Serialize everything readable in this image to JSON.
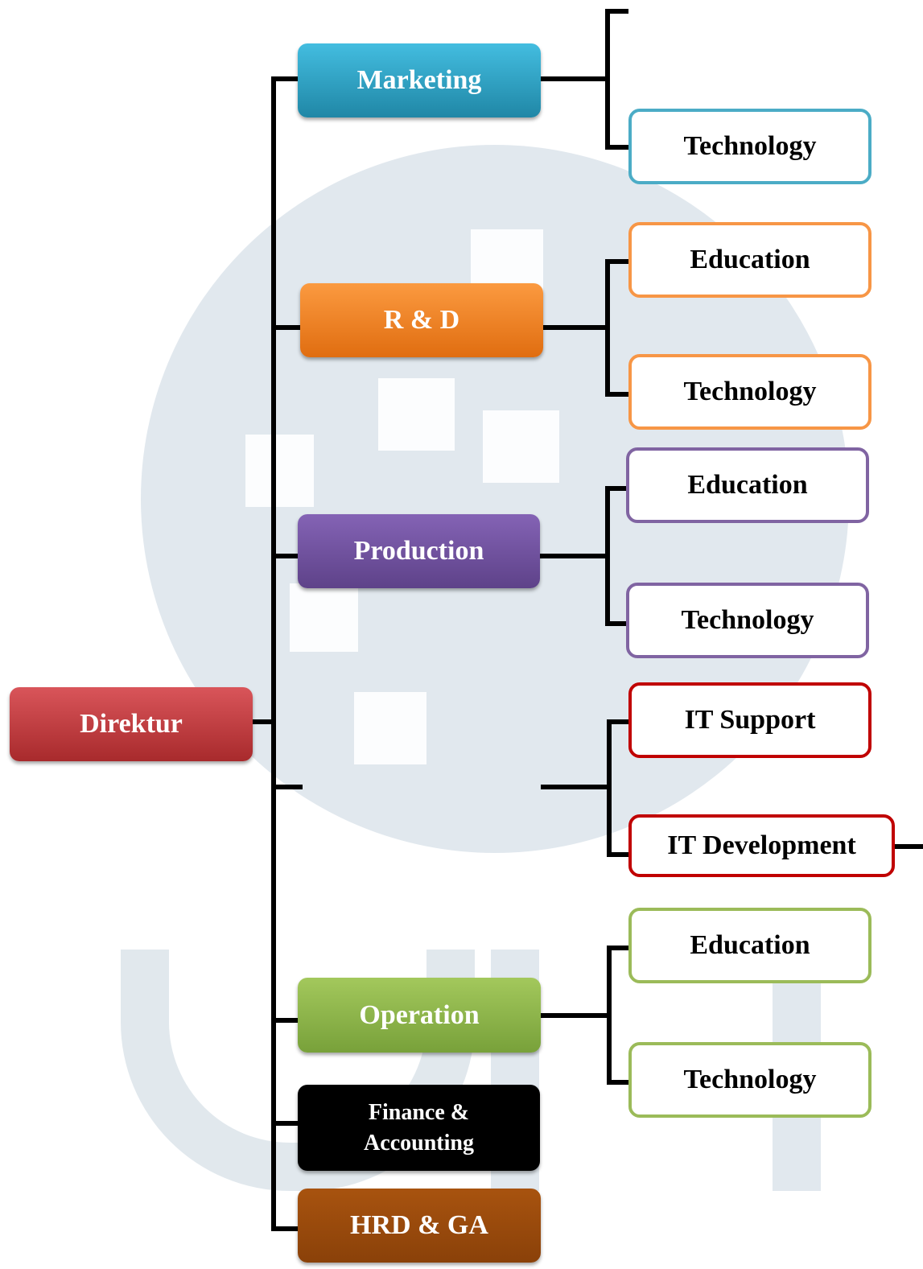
{
  "root": {
    "label": "Direktur",
    "color": "#c0393b"
  },
  "departments": {
    "marketing": {
      "label": "Marketing",
      "color": "#31a6c7"
    },
    "rnd": {
      "label": "R & D",
      "color": "#f48325"
    },
    "production": {
      "label": "Production",
      "color": "#7054a0"
    },
    "operation": {
      "label": "Operation",
      "color": "#8db54a"
    },
    "finance": {
      "label": "Finance &\nAccounting",
      "color": "#000000"
    },
    "hrd": {
      "label": "HRD & GA",
      "color": "#9a4a0c"
    }
  },
  "subunits": {
    "marketing_technology": {
      "label": "Technology",
      "border": "#4bacc6"
    },
    "rnd_education": {
      "label": "Education",
      "border": "#f79646"
    },
    "rnd_technology": {
      "label": "Technology",
      "border": "#f79646"
    },
    "production_education": {
      "label": "Education",
      "border": "#8064a2"
    },
    "production_technology": {
      "label": "Technology",
      "border": "#8064a2"
    },
    "it_support": {
      "label": "IT Support",
      "border": "#c00000"
    },
    "it_development": {
      "label": "IT Development",
      "border": "#c00000"
    },
    "operation_education": {
      "label": "Education",
      "border": "#9bbb59"
    },
    "operation_technology": {
      "label": "Technology",
      "border": "#9bbb59"
    }
  }
}
